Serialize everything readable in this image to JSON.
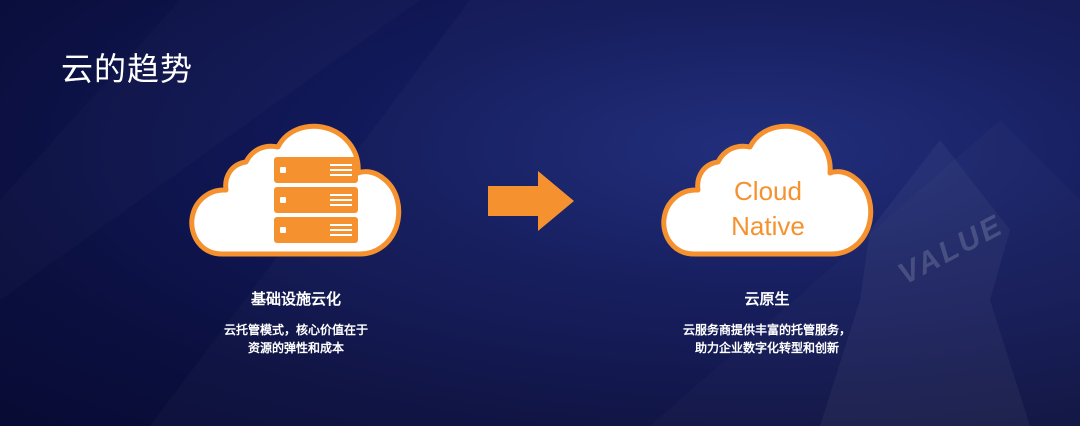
{
  "title": "云的趋势",
  "colors": {
    "accent": "#f5922f",
    "background": "#0d1248",
    "text": "#ffffff"
  },
  "left": {
    "icon": "server-cloud-icon",
    "caption_title": "基础设施云化",
    "caption_lines": [
      "云托管模式，核心价值在于",
      "资源的弹性和成本"
    ]
  },
  "arrow": {
    "icon": "arrow-right-icon"
  },
  "right": {
    "icon": "cloud-icon",
    "cloud_lines": [
      "Cloud",
      "Native"
    ],
    "caption_title": "云原生",
    "caption_lines": [
      "云服务商提供丰富的托管服务，",
      "助力企业数字化转型和创新"
    ]
  },
  "background": {
    "watermark": "VALUE"
  }
}
